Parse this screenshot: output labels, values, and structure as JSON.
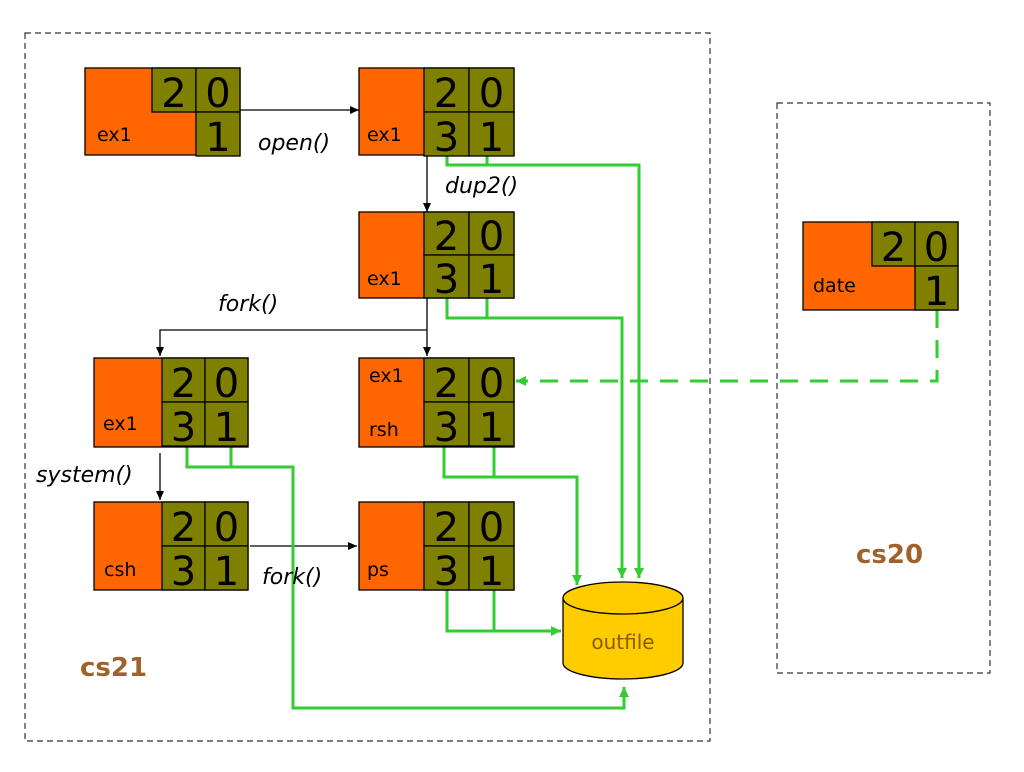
{
  "colors": {
    "process_fill": "#ff6600",
    "fd_fill": "#808000",
    "pipe_green": "#33cc33",
    "file_fill": "#ffcc00",
    "host_label": "#a0612a"
  },
  "hosts": {
    "left": {
      "label": "cs21"
    },
    "right": {
      "label": "cs20"
    }
  },
  "processes": [
    {
      "id": "p1",
      "label": "ex1",
      "fds": [
        "2",
        "0",
        "",
        "1"
      ]
    },
    {
      "id": "p2",
      "label": "ex1",
      "fds": [
        "2",
        "0",
        "3",
        "1"
      ]
    },
    {
      "id": "p3",
      "label": "ex1",
      "fds": [
        "2",
        "0",
        "3",
        "1"
      ]
    },
    {
      "id": "p4",
      "label": "ex1",
      "fds": [
        "2",
        "0",
        "3",
        "1"
      ]
    },
    {
      "id": "p5",
      "label_lines": [
        "ex1",
        "rsh"
      ],
      "fds": [
        "2",
        "0",
        "3",
        "1"
      ]
    },
    {
      "id": "p6",
      "label": "csh",
      "fds": [
        "2",
        "0",
        "3",
        "1"
      ]
    },
    {
      "id": "p7",
      "label": "ps",
      "fds": [
        "2",
        "0",
        "3",
        "1"
      ]
    },
    {
      "id": "p8",
      "label": "date",
      "fds": [
        "2",
        "0",
        "",
        "1"
      ]
    }
  ],
  "calls": {
    "open": "open()",
    "dup2": "dup2()",
    "fork1": "fork()",
    "system": "system()",
    "fork2": "fork()"
  },
  "file": {
    "label": "outfile"
  }
}
